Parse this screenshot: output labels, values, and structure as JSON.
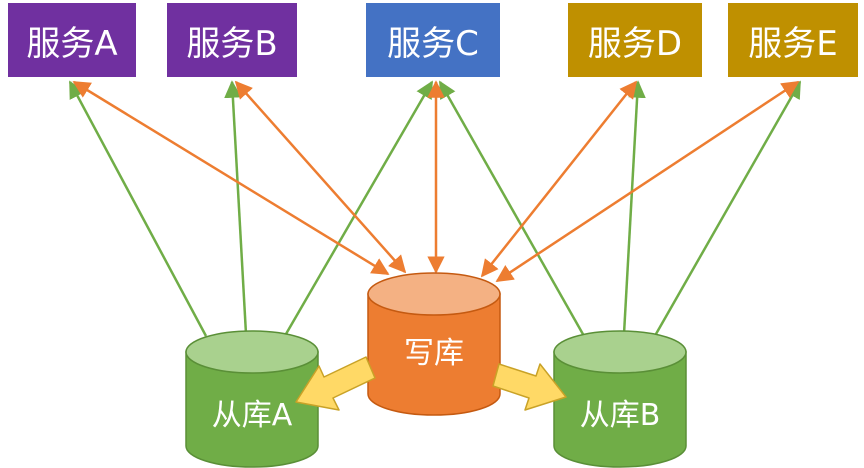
{
  "services": [
    {
      "id": "a",
      "label": "服务A"
    },
    {
      "id": "b",
      "label": "服务B"
    },
    {
      "id": "c",
      "label": "服务C"
    },
    {
      "id": "d",
      "label": "服务D"
    },
    {
      "id": "e",
      "label": "服务E"
    }
  ],
  "databases": {
    "write": {
      "label": "写库"
    },
    "replica_a": {
      "label": "从库A"
    },
    "replica_b": {
      "label": "从库B"
    }
  },
  "colors": {
    "write_arrow": "#ed7d31",
    "read_arrow": "#70ad47",
    "replication_arrow": "#ffd966",
    "write_db": "#ed7d31",
    "replica_db": "#70ad47"
  }
}
